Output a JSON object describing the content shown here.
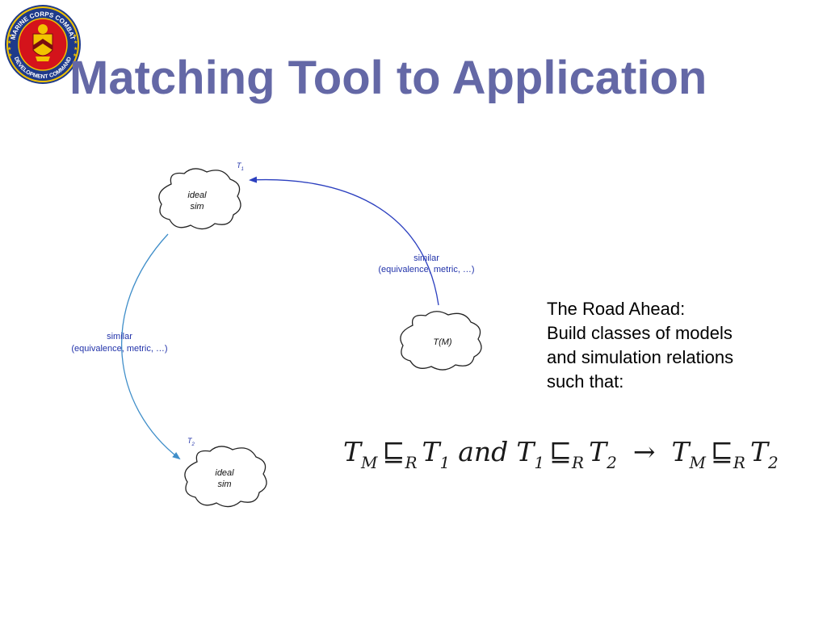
{
  "slide": {
    "title": "Matching Tool to Application",
    "logo": {
      "text_top": "MARINE CORPS COMBAT",
      "text_bottom": "DEVELOPMENT COMMAND"
    }
  },
  "diagram": {
    "nodes": {
      "t1": {
        "label": "T",
        "sub": "1",
        "line1": "ideal",
        "line2": "sim"
      },
      "tm": {
        "text": "T(M)"
      },
      "t2": {
        "label": "T",
        "sub": "2",
        "line1": "ideal",
        "line2": "sim"
      }
    },
    "edges": {
      "right": {
        "line1": "similar",
        "line2": "(equivalence, metric, …)"
      },
      "left": {
        "line1": "similar",
        "line2": "(equivalence, metric, …)"
      }
    },
    "colors": {
      "right_arrow": "#2b3fbf",
      "left_arrow": "#3f8ec9",
      "label": "#2233aa"
    }
  },
  "road_ahead": {
    "lines": [
      "The Road Ahead:",
      "Build classes of models",
      "and simulation relations",
      "such that:"
    ]
  },
  "formula": {
    "t": "T",
    "sub_m": "M",
    "sub_1": "1",
    "sub_2": "2",
    "sub_r": "R",
    "relation": "⊑",
    "and": "and",
    "arrow": "→"
  }
}
